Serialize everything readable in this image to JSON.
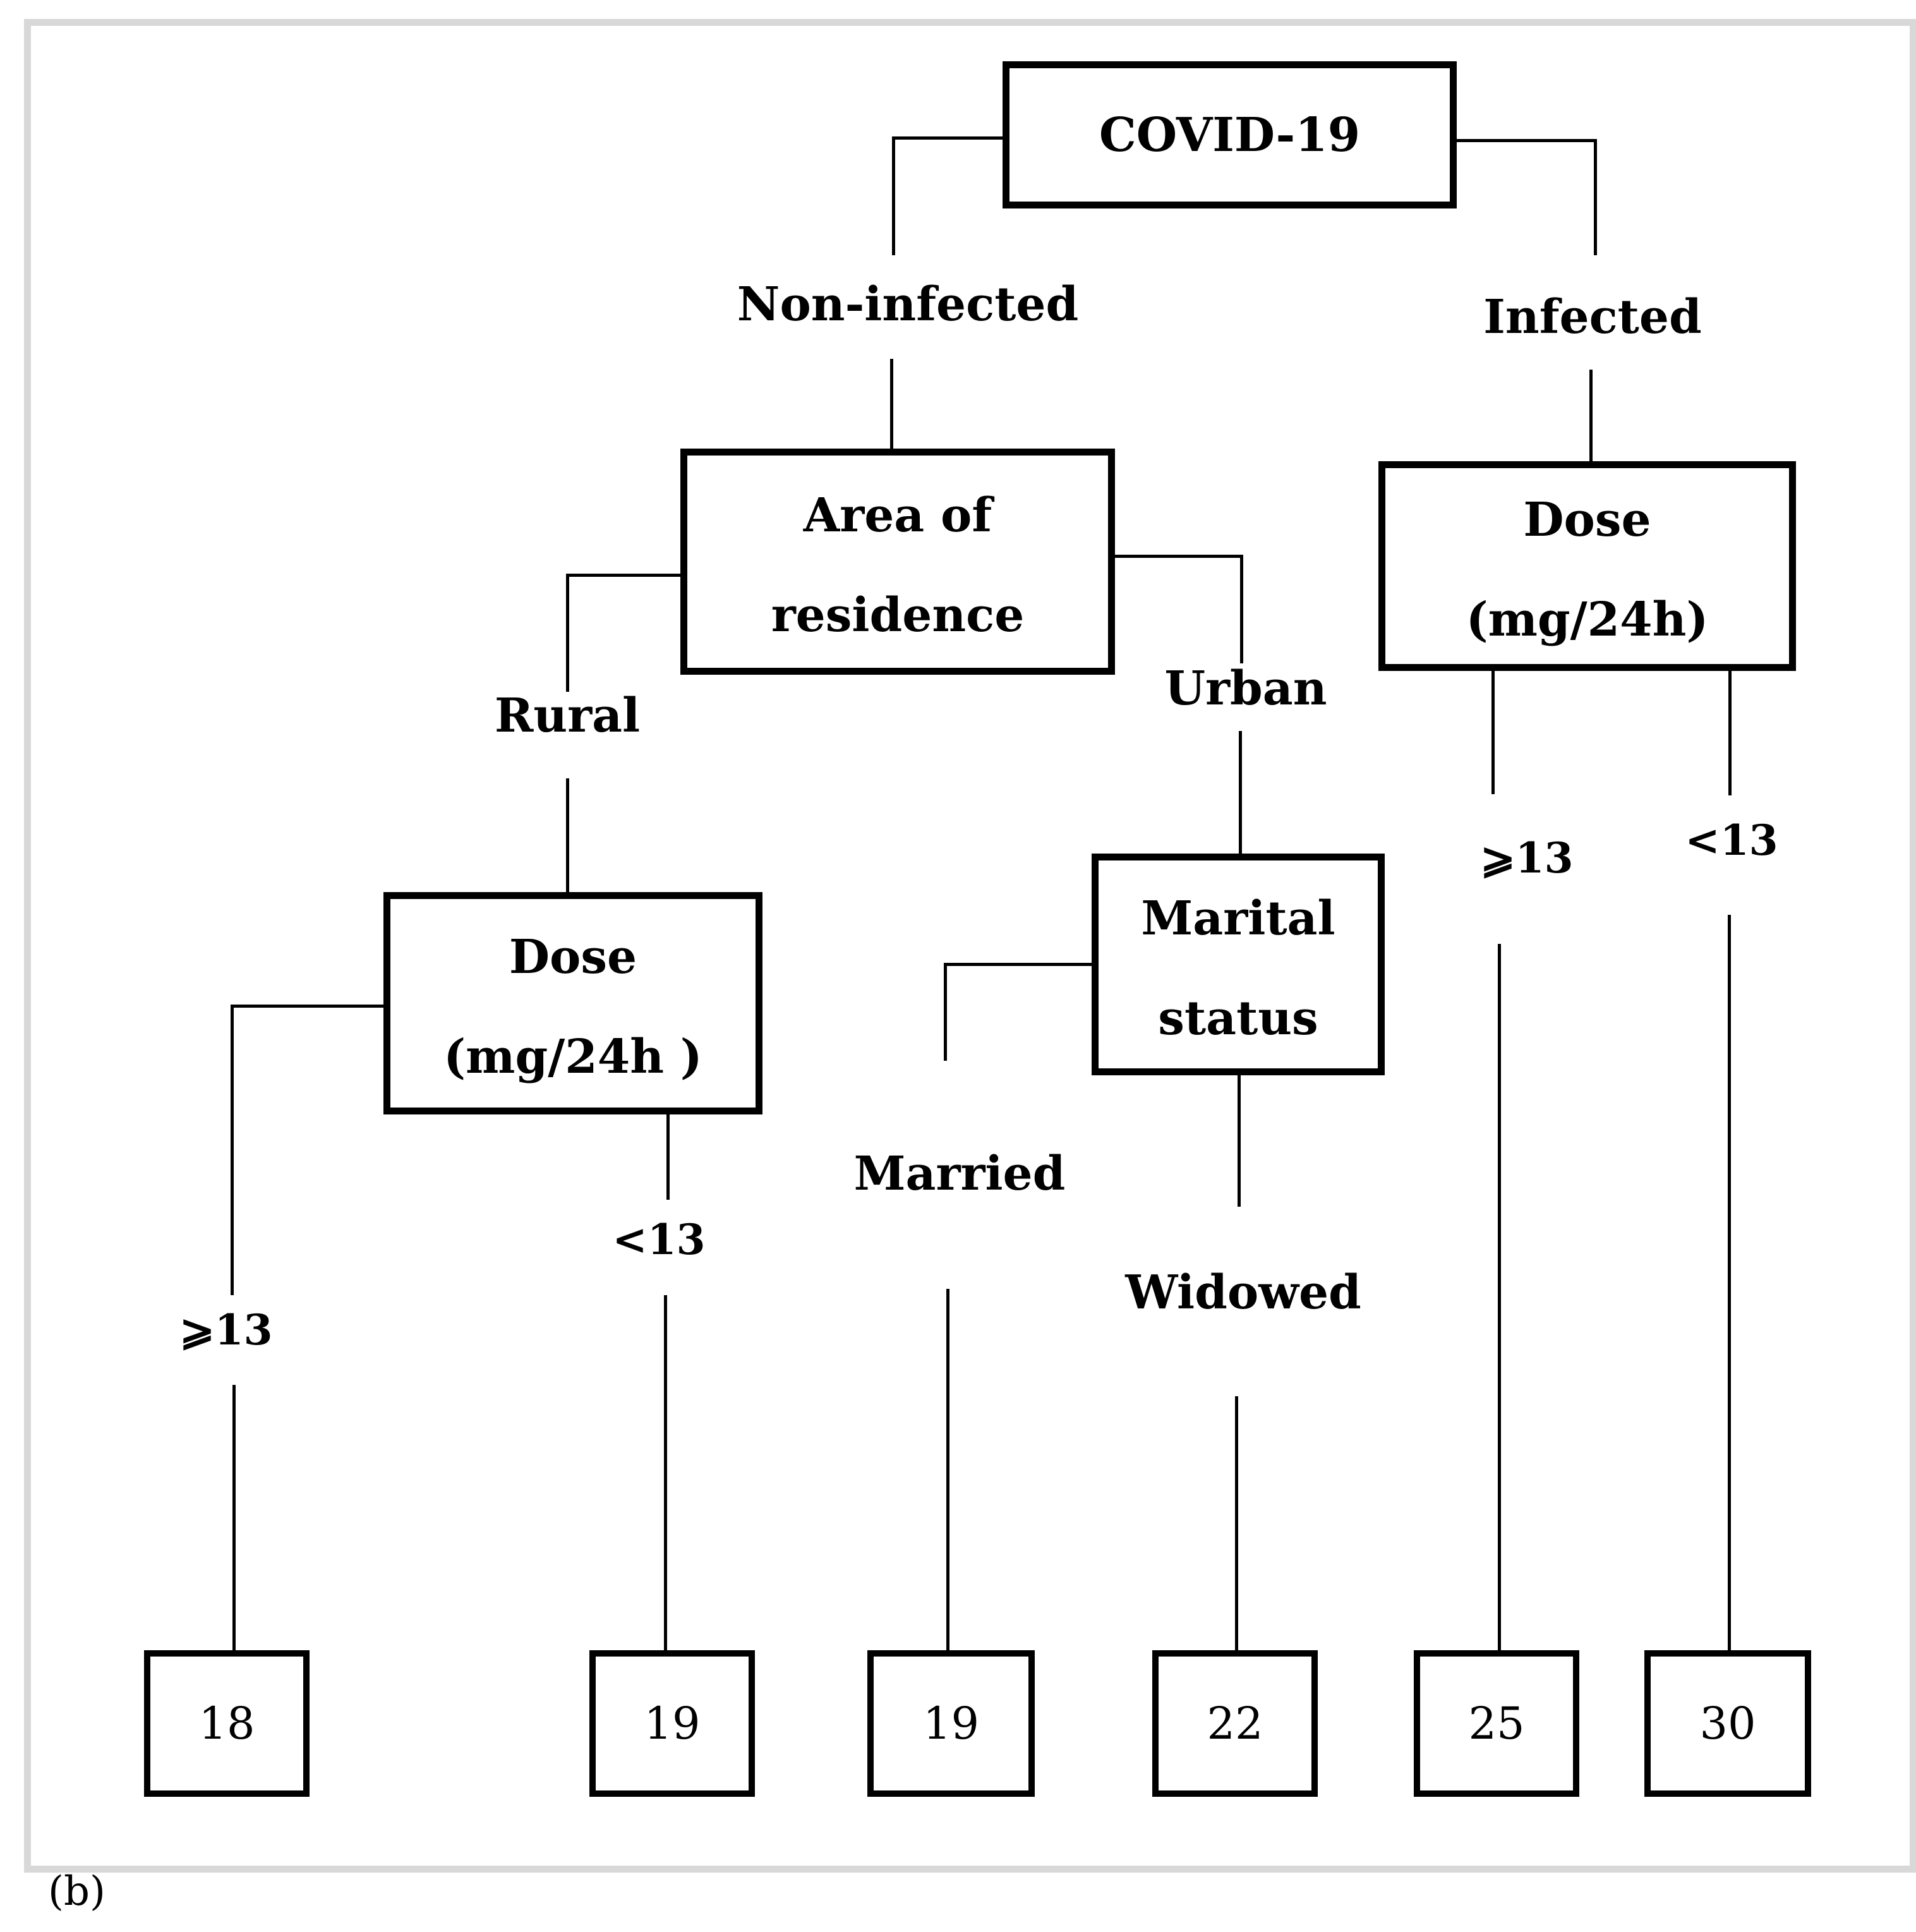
{
  "caption": "(b)",
  "nodes": {
    "covid": {
      "title": "COVID-19"
    },
    "area": {
      "line1": "Area of",
      "line2": "residence"
    },
    "dose_left": {
      "line1": "Dose",
      "line2": "(mg/24h )"
    },
    "marital": {
      "line1": "Marital",
      "line2": "status"
    },
    "dose_right": {
      "line1": "Dose",
      "line2": "(mg/24h)"
    }
  },
  "edge_labels": {
    "non_infected": "Non-infected",
    "infected": "Infected",
    "rural": "Rural",
    "urban": "Urban",
    "married": "Married",
    "widowed": "Widowed",
    "dose_left_ge13": "⩾13",
    "dose_left_lt13": "<13",
    "dose_right_ge13": "⩾13",
    "dose_right_lt13": "<13"
  },
  "leaves": {
    "rural_ge13": "18",
    "rural_lt13": "19",
    "married": "19",
    "widowed": "22",
    "infected_ge13": "25",
    "infected_lt13": "30"
  },
  "colors": {
    "line": "#000000",
    "text": "#000000",
    "box_border": "#000000",
    "frame": "#d8d8d8",
    "background": "#ffffff"
  }
}
